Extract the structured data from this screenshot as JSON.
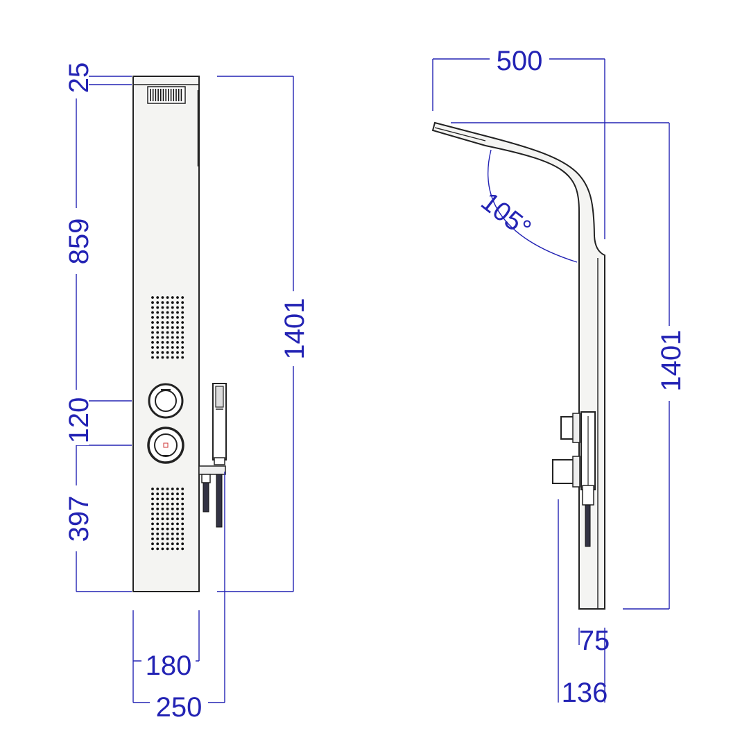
{
  "colors": {
    "dimension": "#2323b4",
    "outline": "#222222",
    "panel": "#f4f4f2"
  },
  "front_view": {
    "dimensions": {
      "top_cap": "25",
      "upper_section": "859",
      "valve_spacing": "120",
      "lower_section": "397",
      "total_height": "1401",
      "panel_width": "180",
      "width_with_hand_shower": "250"
    }
  },
  "side_view": {
    "dimensions": {
      "head_reach": "500",
      "total_height": "1401",
      "panel_depth": "75",
      "depth_with_controls": "136"
    },
    "angle": "105°"
  }
}
